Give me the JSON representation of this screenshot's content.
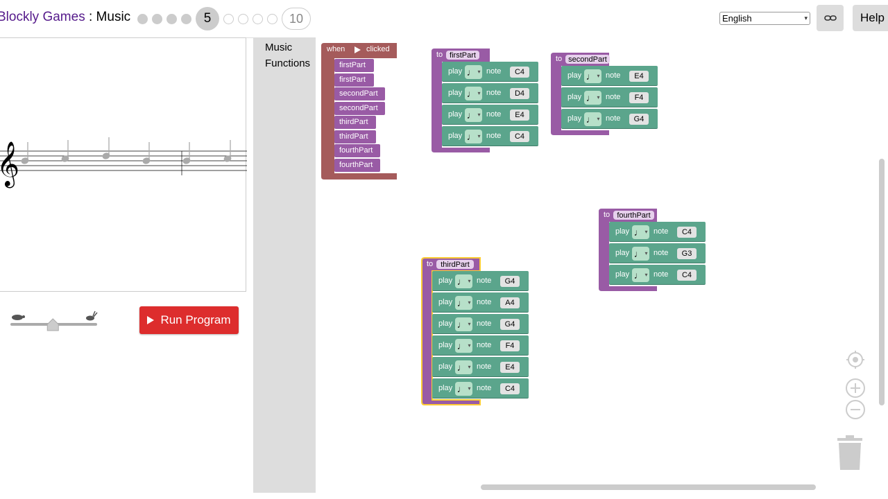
{
  "header": {
    "app_link": "Blockly Games",
    "separator": " : ",
    "game_name": "Music",
    "current_level": "5",
    "last_level": "10",
    "language": "English",
    "help_label": "Help"
  },
  "controls": {
    "run_label": "Run Program",
    "speed_fraction": 0.49
  },
  "toolbox": {
    "categories": [
      "Music",
      "Functions"
    ]
  },
  "blocks": {
    "when_label": "when",
    "clicked_label": "clicked",
    "to_label": "to",
    "play_label": "play",
    "note_label": "note",
    "main_calls": [
      "firstPart",
      "firstPart",
      "secondPart",
      "secondPart",
      "thirdPart",
      "thirdPart",
      "fourthPart",
      "fourthPart"
    ],
    "functions": [
      {
        "name": "firstPart",
        "notes": [
          "C4",
          "D4",
          "E4",
          "C4"
        ]
      },
      {
        "name": "secondPart",
        "notes": [
          "E4",
          "F4",
          "G4"
        ]
      },
      {
        "name": "thirdPart",
        "notes": [
          "G4",
          "A4",
          "G4",
          "F4",
          "E4",
          "C4"
        ]
      },
      {
        "name": "fourthPart",
        "notes": [
          "C4",
          "G3",
          "C4"
        ]
      }
    ]
  },
  "colors": {
    "procedure": "#995ba5",
    "event": "#a55b5b",
    "music": "#5ba58c",
    "run": "#dd2d2d",
    "selected": "#fc3"
  }
}
